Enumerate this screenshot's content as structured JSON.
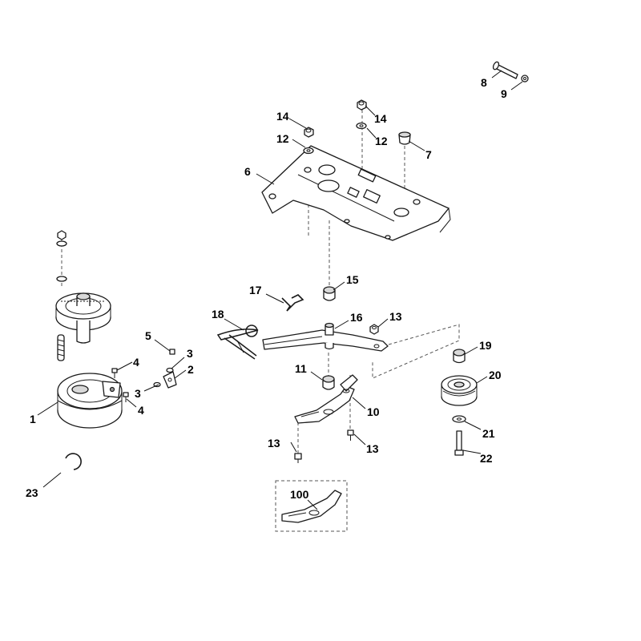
{
  "callouts": {
    "c1": "1",
    "c2": "2",
    "c3a": "3",
    "c3b": "3",
    "c4a": "4",
    "c4b": "4",
    "c5": "5",
    "c6": "6",
    "c7": "7",
    "c8": "8",
    "c9": "9",
    "c10": "10",
    "c11": "11",
    "c12a": "12",
    "c12b": "12",
    "c13a": "13",
    "c13b": "13",
    "c13c": "13",
    "c14a": "14",
    "c14b": "14",
    "c15": "15",
    "c16": "16",
    "c17": "17",
    "c18": "18",
    "c19": "19",
    "c20": "20",
    "c21": "21",
    "c22": "22",
    "c23": "23",
    "c100": "100"
  }
}
